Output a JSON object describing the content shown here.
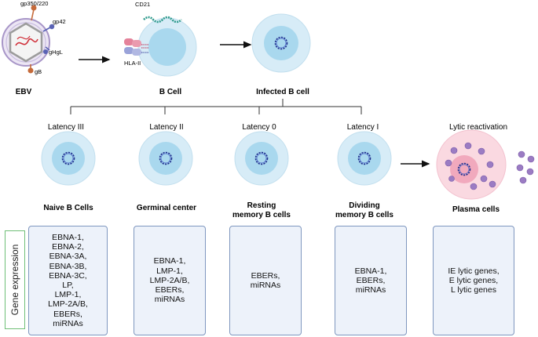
{
  "top": {
    "ebv": {
      "title": "EBV",
      "labels": {
        "gp350": "gp350/220",
        "gp42": "gp42",
        "ghgl": "gHgL",
        "gb": "gB"
      }
    },
    "bcell": {
      "title": "B Cell",
      "cd21": "CD21",
      "hla": "HLA-II"
    },
    "infected": {
      "title": "Infected B cell"
    }
  },
  "columns": [
    {
      "latency": "Latency III",
      "cell": "Naive B Cells",
      "genes": "EBNA-1,\nEBNA-2,\nEBNA-3A,\nEBNA-3B,\nEBNA-3C,\nLP,\nLMP-1,\nLMP-2A/B,\nEBERs,\nmiRNAs"
    },
    {
      "latency": "Latency II",
      "cell": "Germinal center",
      "genes": "EBNA-1,\nLMP-1,\nLMP-2A/B,\nEBERs,\nmiRNAs"
    },
    {
      "latency": "Latency 0",
      "cell": "Resting\nmemory B cells",
      "genes": "EBERs,\nmiRNAs"
    },
    {
      "latency": "Latency I",
      "cell": "Dividing\nmemory B cells",
      "genes": "EBNA-1,\nEBERs,\nmiRNAs"
    },
    {
      "latency": "Lytic reactivation",
      "cell": "Plasma  cells",
      "genes": "IE lytic genes,\nE lytic genes,\nL lytic genes"
    }
  ],
  "side_label": "Gene expression",
  "colors": {
    "cell_outer": "#d7ecf7",
    "cell_inner": "#a9d8ee",
    "dna": "#1f2f8c",
    "plasma_outer": "#fad9e1",
    "plasma_inner": "#f1a9bd",
    "virion": "#9b7cc3",
    "box_fill": "#edf2fa",
    "box_border": "#7f97bf",
    "side_border": "#6fbf77"
  }
}
